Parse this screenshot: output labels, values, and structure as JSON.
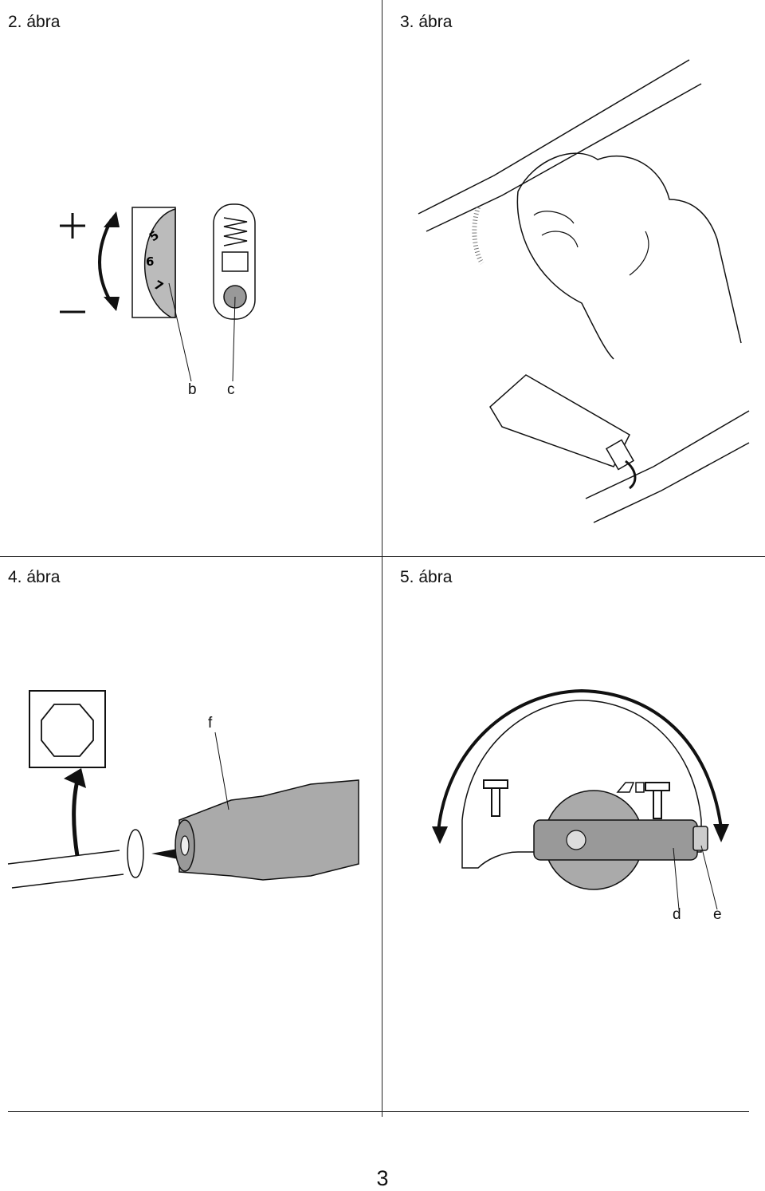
{
  "figures": [
    {
      "title": "2. ábra",
      "labels": {
        "minus": "–",
        "plus": "+",
        "b": "b",
        "c": "c",
        "dial_5": "5",
        "dial_6": "6",
        "dial_7": "7"
      }
    },
    {
      "title": "3. ábra"
    },
    {
      "title": "4. ábra",
      "labels": {
        "f": "f"
      }
    },
    {
      "title": "5. ábra",
      "labels": {
        "d": "d",
        "e": "e"
      }
    }
  ],
  "page_number": "3"
}
